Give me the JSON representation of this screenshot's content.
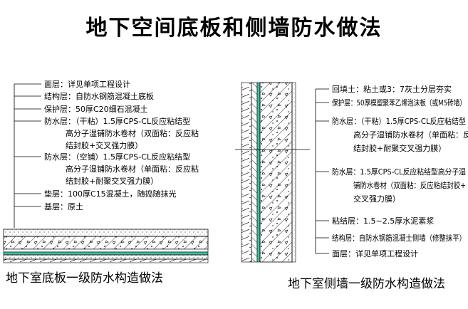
{
  "title": "地下空间底板和侧墙防水做法",
  "left": {
    "caption": "地下室底板一级防水构造做法",
    "layers": [
      "面层：详见单项工程设计",
      "结构层：自防水钢筋混凝土底板",
      "保护层：50厚C20细石混凝土",
      "防水层：（干粘）1.5厚CPS-CL反应粘结型",
      "高分子湿铺防水卷材（双面粘：反应粘",
      "结封胶+交叉强力膜）",
      "防水层：（空铺）1.5厚CPS-CL反应粘结型",
      "高分子湿铺防水卷材（单面粘：反应粘",
      "结封胶+耐聚交叉强力膜）",
      "垫层：100厚C15混凝土，随捣随抹光",
      "基层：原土"
    ]
  },
  "right": {
    "caption": "地下室侧墙一级防水构造做法",
    "layers": [
      "回填土：粘土或3：7灰土分层夯实",
      "保护层：50厚模塑聚苯乙烯泡沫板（或M5砖墙）",
      "防水层：（干粘）1.5厚CPS-CL反应粘结型",
      "高分子湿铺防水卷材（单面粘：反应粘",
      "结封胶+耐聚交叉强力膜）",
      "防水层：1.5厚CPS-CL反应粘结型高分子湿",
      "铺防水卷材（双面粘：反应粘结封胶+",
      "交叉强力膜）",
      "粘结层：1.5~2.5厚水泥素浆",
      "结构层：自防水钢筋混凝土侧墙（修整抹平）",
      "面层：详见单项工程设计"
    ]
  }
}
